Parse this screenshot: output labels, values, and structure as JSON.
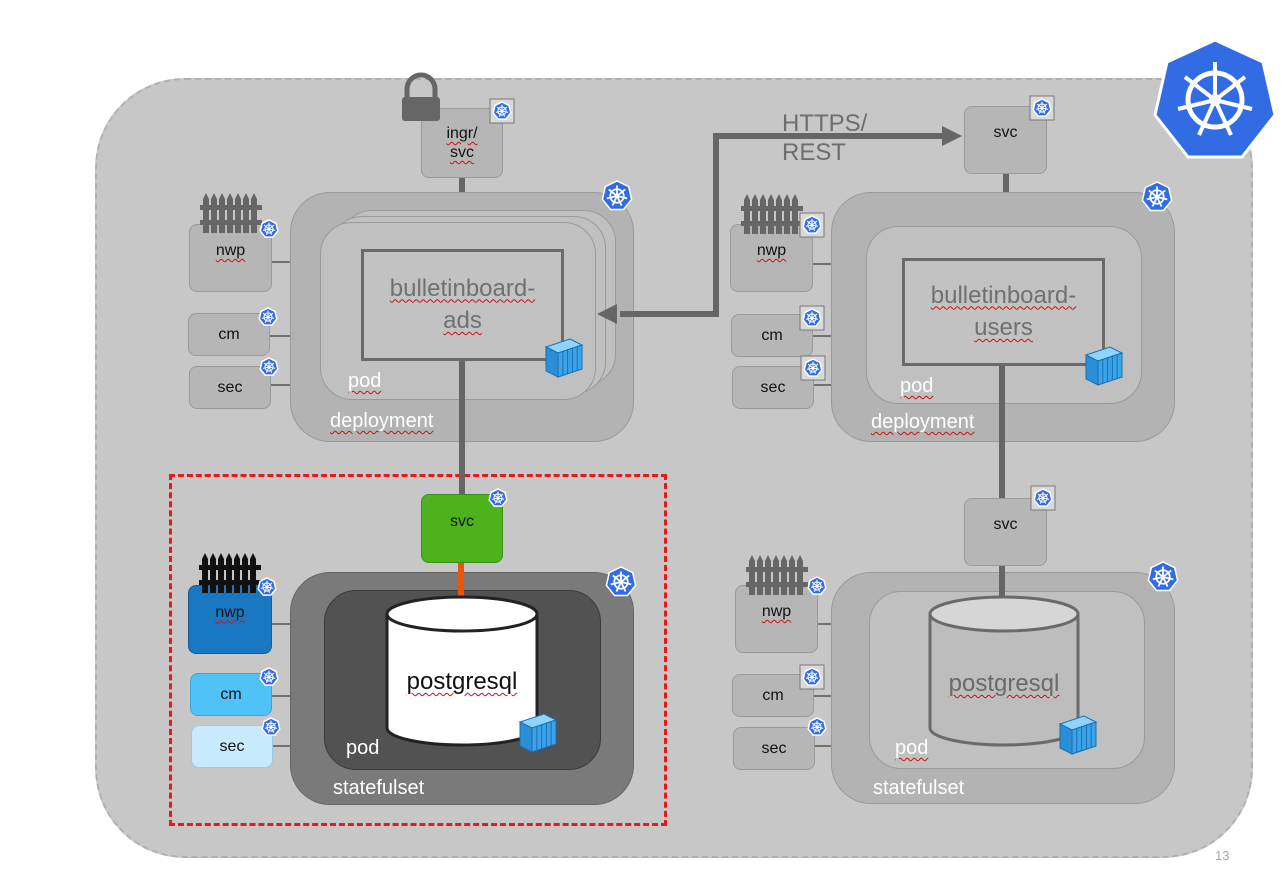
{
  "top_left": {
    "ingress_label": "ingr/\nsvc",
    "nwp": "nwp",
    "cm": "cm",
    "sec": "sec",
    "app_name": "bulletinboard-\nads",
    "pod": "pod",
    "controller": "deployment"
  },
  "top_right": {
    "svc": "svc",
    "nwp": "nwp",
    "cm": "cm",
    "sec": "sec",
    "app_name": "bulletinboard-\nusers",
    "pod": "pod",
    "controller": "deployment"
  },
  "connection": {
    "label": "HTTPS/\nREST"
  },
  "bottom_left": {
    "svc": "svc",
    "nwp": "nwp",
    "cm": "cm",
    "sec": "sec",
    "db": "postgresql",
    "pod": "pod",
    "controller": "statefulset"
  },
  "bottom_right": {
    "svc": "svc",
    "nwp": "nwp",
    "cm": "cm",
    "sec": "sec",
    "db": "postgresql",
    "pod": "pod",
    "controller": "statefulset"
  },
  "slide_number": "13",
  "icons": [
    "kubernetes-logo-icon",
    "helm-wheel-icon",
    "lock-icon",
    "fence-icon",
    "container-icon",
    "database-cylinder-icon"
  ],
  "colors": {
    "k8s_blue": "#326ce5",
    "svc_green": "#4cb31c",
    "nwp_blue": "#1a78c2",
    "cm_blue": "#4fc3f7",
    "sec_blue": "#c7eafc",
    "highlight_red": "#e31b1b",
    "connector_orange": "#e8560d"
  }
}
